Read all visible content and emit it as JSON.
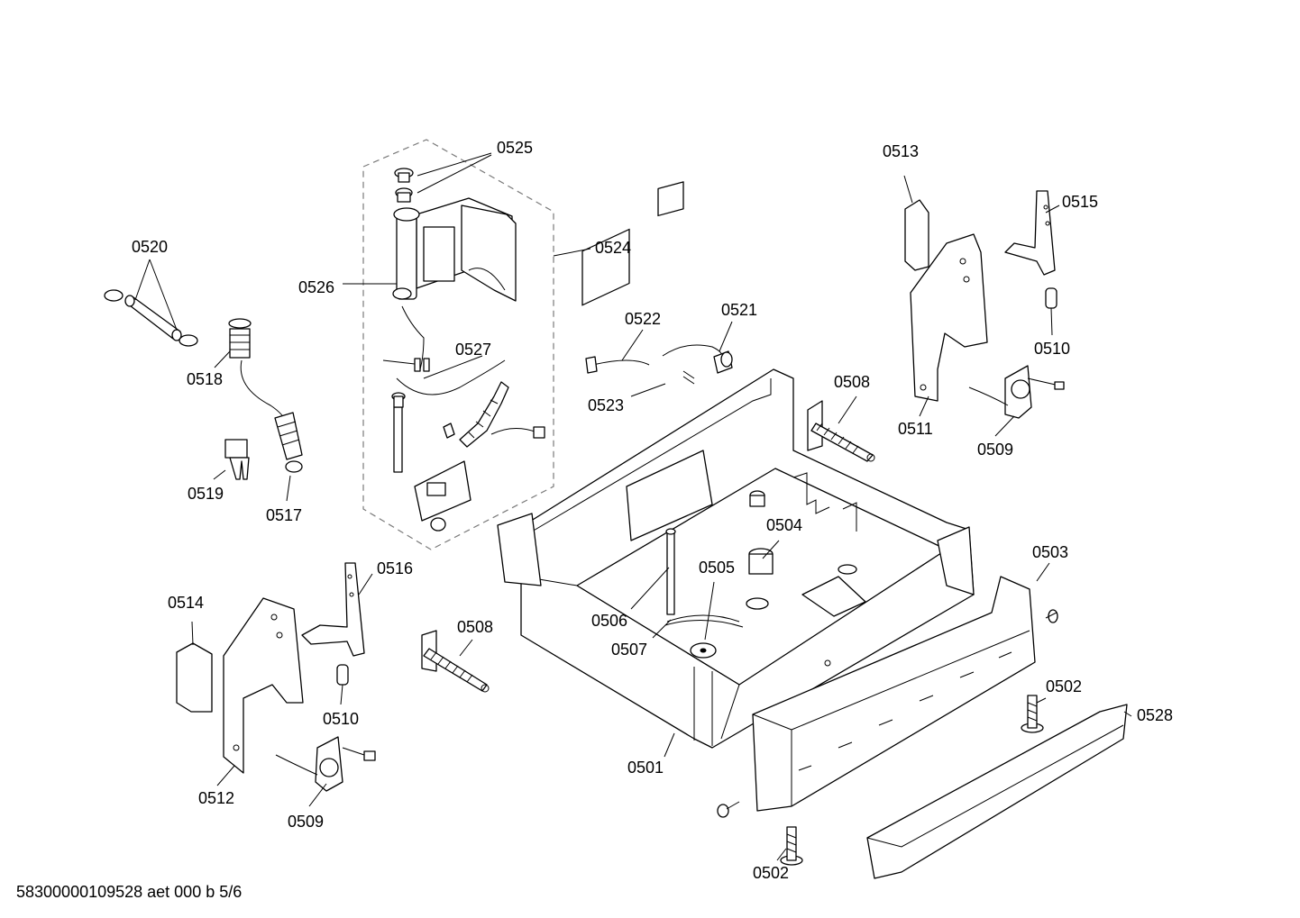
{
  "callouts": {
    "c0501": "0501",
    "c0502": "0502",
    "c0503": "0503",
    "c0504": "0504",
    "c0505": "0505",
    "c0506": "0506",
    "c0507": "0507",
    "c0508": "0508",
    "c0509": "0509",
    "c0510": "0510",
    "c0511": "0511",
    "c0512": "0512",
    "c0513": "0513",
    "c0514": "0514",
    "c0515": "0515",
    "c0516": "0516",
    "c0517": "0517",
    "c0518": "0518",
    "c0519": "0519",
    "c0520": "0520",
    "c0521": "0521",
    "c0522": "0522",
    "c0523": "0523",
    "c0524": "0524",
    "c0525": "0525",
    "c0526": "0526",
    "c0527": "0527",
    "c0528": "0528"
  },
  "footer": "58300000109528 aet 000 b 5/6"
}
